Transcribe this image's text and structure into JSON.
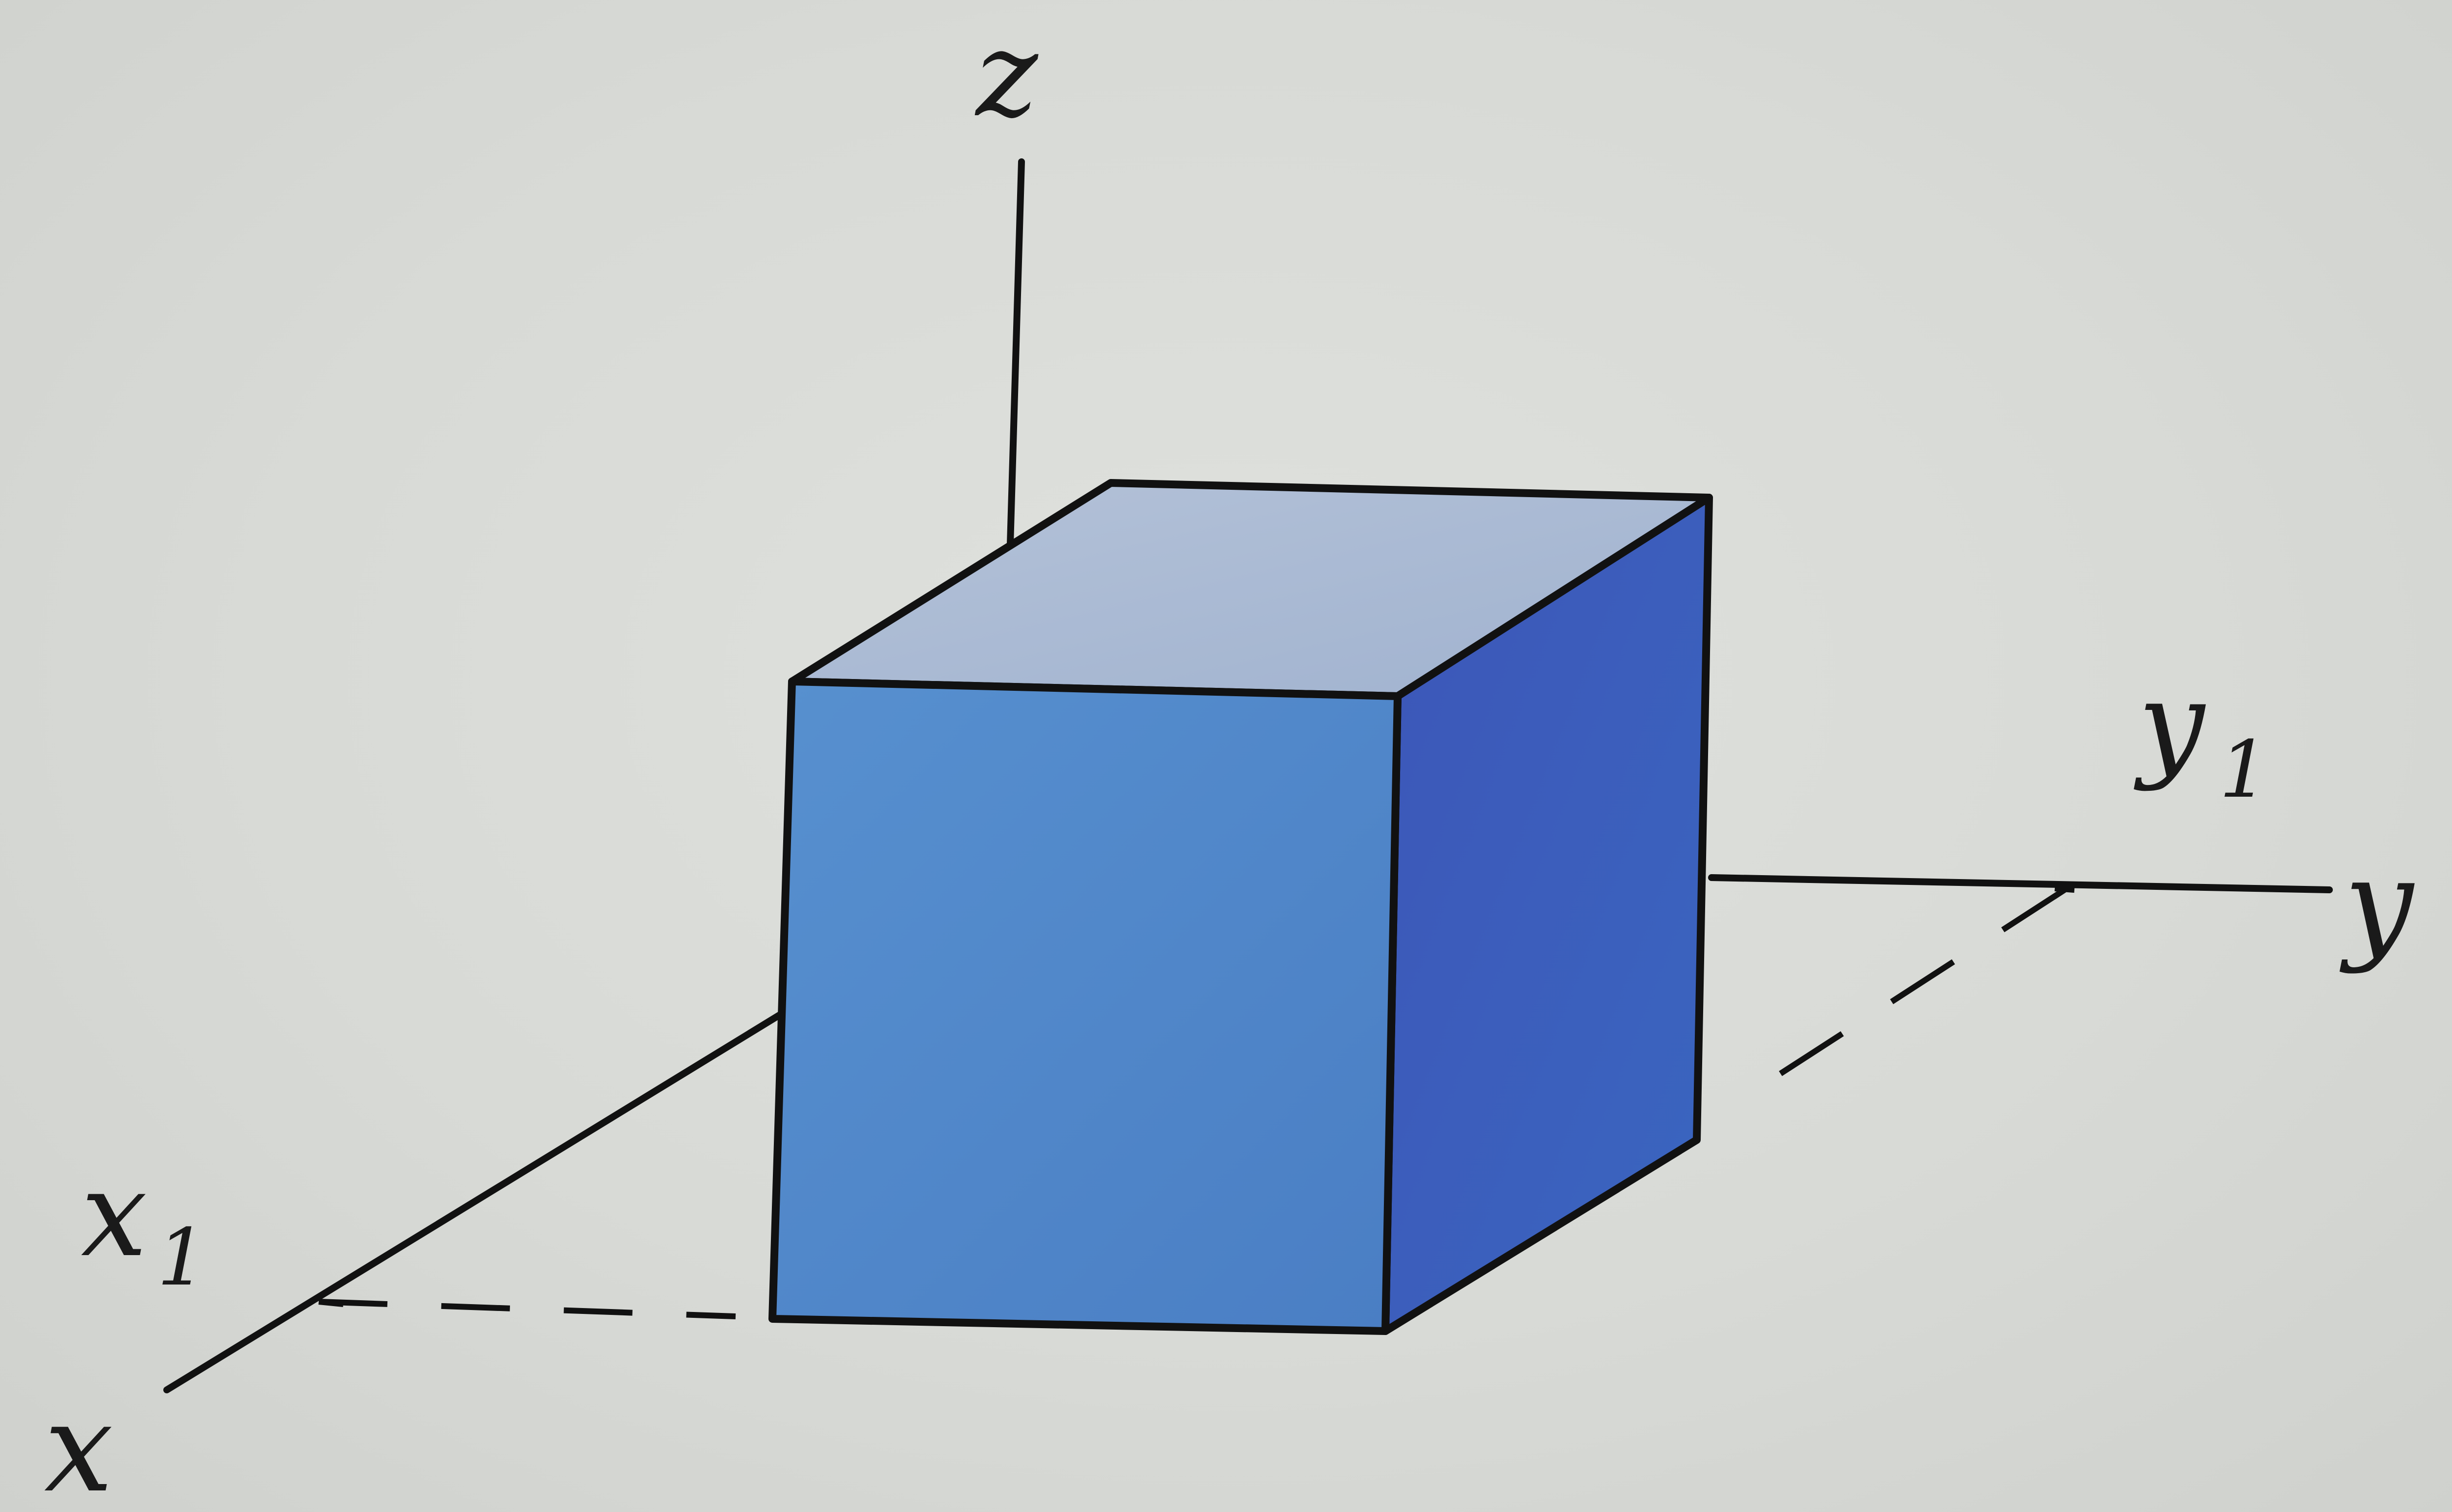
{
  "diagram": {
    "axes": {
      "x_label": "x",
      "y_label": "y",
      "z_label": "z"
    },
    "points": {
      "x1_label": "x",
      "x1_subscript": "1",
      "y1_label": "y",
      "y1_subscript": "1"
    },
    "colors": {
      "front_face": "#4f86c9",
      "right_face": "#3a5fbd",
      "top_face": "#a9b9d3",
      "edge": "#111111",
      "background": "#d9dbd7"
    }
  }
}
